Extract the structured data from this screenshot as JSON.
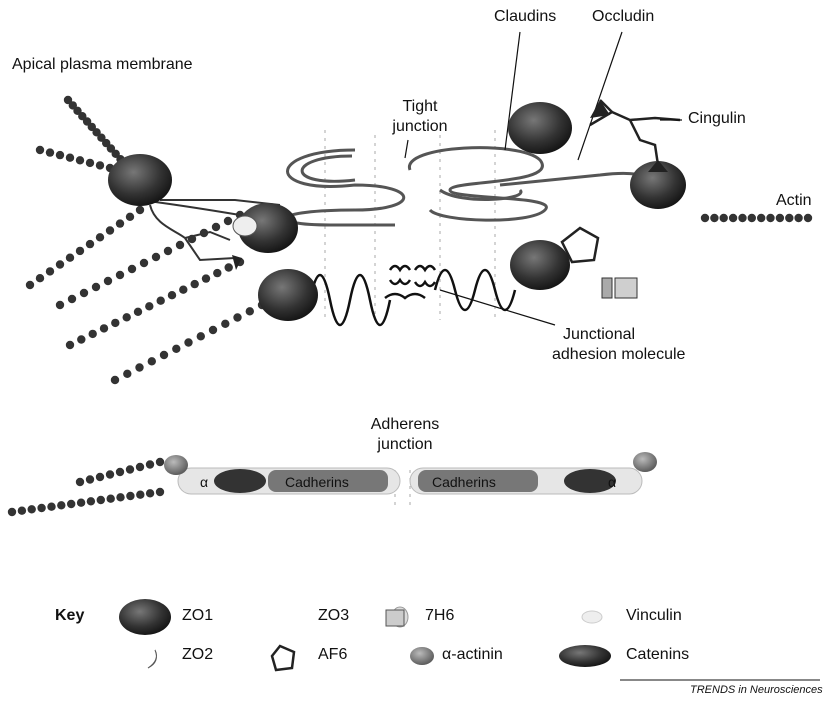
{
  "labels": {
    "apical": "Apical plasma membrane",
    "tight_1": "Tight",
    "tight_2": "junction",
    "claudins": "Claudins",
    "occludin": "Occludin",
    "cingulin": "Cingulin",
    "actin": "Actin",
    "jam_1": "Junctional",
    "jam_2": "adhesion molecule",
    "adherens_1": "Adherens",
    "adherens_2": "junction",
    "cadherins_left": "Cadherins",
    "cadherins_right": "Cadherins",
    "alpha_left": "α",
    "alpha_right": "α"
  },
  "key": {
    "title": "Key",
    "items": [
      {
        "label": "ZO1",
        "icon": "zo1-icon"
      },
      {
        "label": "ZO3",
        "icon": "zo3-icon"
      },
      {
        "label": "7H6",
        "icon": "7h6-icon"
      },
      {
        "label": "Vinculin",
        "icon": "vinculin-icon"
      },
      {
        "label": "ZO2",
        "icon": "zo2-icon"
      },
      {
        "label": "AF6",
        "icon": "af6-icon"
      },
      {
        "label": "α-actinin",
        "icon": "alpha-actinin-icon"
      },
      {
        "label": "Catenins",
        "icon": "catenins-icon"
      }
    ]
  },
  "credit": "TRENDS in Neurosciences",
  "colors": {
    "protein_dark": "#2a2a2a",
    "protein_mid": "#555555",
    "membrane": "#888888",
    "ink": "#111111"
  }
}
